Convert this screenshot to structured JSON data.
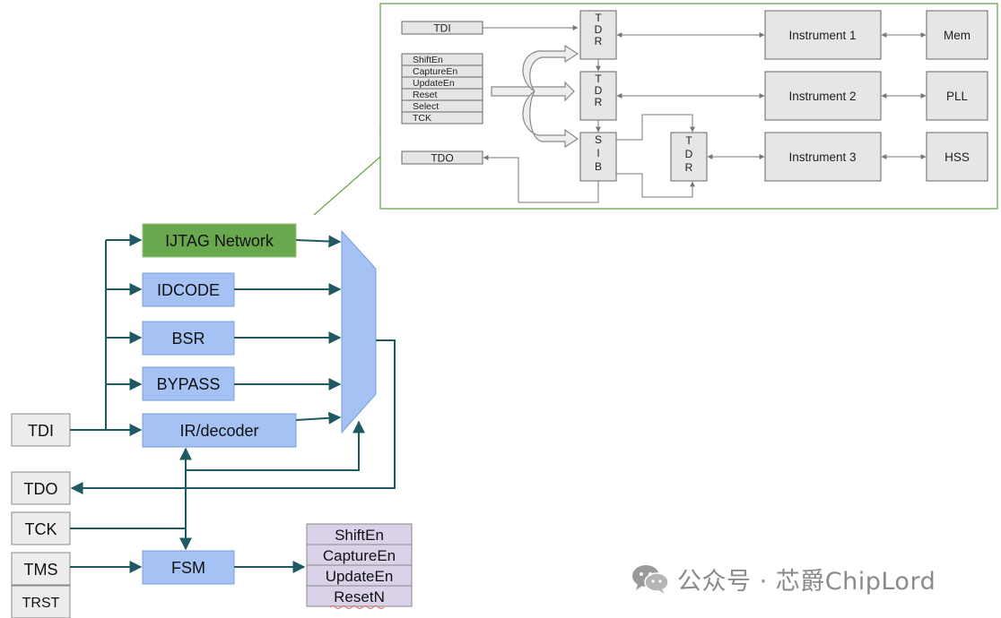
{
  "colors": {
    "teal_line": "#1f5a62",
    "green_box": "#6aa84f",
    "green_border": "#93c47d",
    "blue_box": "#a4c2f4",
    "blue_border": "#7a9fd6",
    "gray_box": "#ededed",
    "gray_border": "#666666",
    "purple_box": "#d9d2e9",
    "mux": "#a4c2f4",
    "callout_border": "#6aa84f",
    "inset_box": "#e6e6e6",
    "inset_border": "#666666",
    "inset_line": "#777777"
  },
  "inset": {
    "tdi": "TDI",
    "tdo": "TDO",
    "signals": [
      "ShiftEn",
      "CaptureEn",
      "UpdateEn",
      "Reset",
      "Select",
      "TCK"
    ],
    "tdr1": "TDR",
    "tdr2": "TDR",
    "sib": "SIB",
    "tdr3": "TDR",
    "instrument1": "Instrument 1",
    "instrument2": "Instrument 2",
    "instrument3": "Instrument 3",
    "mem": "Mem",
    "pll": "PLL",
    "hss": "HSS"
  },
  "main": {
    "ijtag": "IJTAG Network",
    "idcode": "IDCODE",
    "bsr": "BSR",
    "bypass": "BYPASS",
    "ir": "IR/decoder",
    "fsm": "FSM",
    "tdi": "TDI",
    "tdo": "TDO",
    "tck": "TCK",
    "tms": "TMS",
    "trst": "TRST",
    "outputs": [
      "ShiftEn",
      "CaptureEn",
      "UpdateEn",
      "ResetN"
    ]
  },
  "watermark": {
    "text": "公众号 · 芯爵ChipLord",
    "icon": "wechat-icon"
  }
}
